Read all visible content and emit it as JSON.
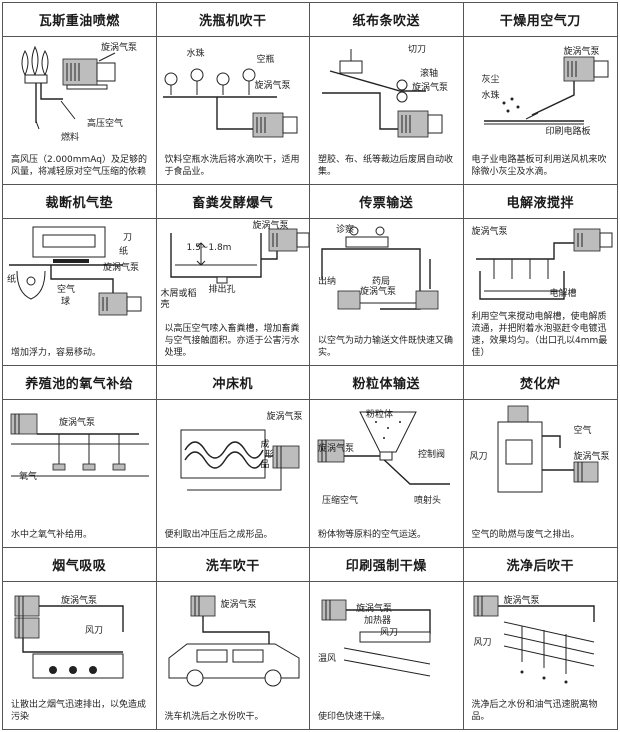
{
  "cells": [
    {
      "title": "瓦斯重油喷燃",
      "labels": [
        "旋涡气泵",
        "高压空气",
        "燃料"
      ],
      "desc": "高风压（2.000mmAq）及足够的风量，将减轻原对空气压缩的依赖"
    },
    {
      "title": "洗瓶机吹干",
      "labels": [
        "水珠",
        "空瓶",
        "旋涡气泵"
      ],
      "desc": "饮料空瓶水洗后将水滴吹干，适用于食品业。"
    },
    {
      "title": "纸布条吹送",
      "labels": [
        "切刀",
        "滚轴",
        "旋涡气泵"
      ],
      "desc": "塑胶、布、纸等裁边后废屑自动收集。"
    },
    {
      "title": "干燥用空气刀",
      "labels": [
        "旋涡气泵",
        "灰尘",
        "水珠",
        "印刷电路板"
      ],
      "desc": "电子业电路基板可利用送风机来吹除微小灰尘及水滴。"
    },
    {
      "title": "裁断机气垫",
      "labels": [
        "刀",
        "纸",
        "旋涡气泵",
        "纸",
        "空气",
        "球"
      ],
      "desc": "增加浮力，容易移动。"
    },
    {
      "title": "畜粪发酵爆气",
      "labels": [
        "旋涡气泵",
        "1.5~1.8m",
        "木屑或稻壳",
        "排出孔"
      ],
      "desc": "以高压空气嗦入畜粪槽，增加畜粪与空气接触面积。亦适于公害污水处理。"
    },
    {
      "title": "传票输送",
      "labels": [
        "诊察",
        "出纳",
        "药局",
        "旋涡气泵"
      ],
      "desc": "以空气为动力输送文件既快速又确实。"
    },
    {
      "title": "电解液搅拌",
      "labels": [
        "旋涡气泵",
        "电解槽"
      ],
      "desc": "利用空气来搅动电解槽，使电解质流通，并把附着水泡驱赶令电镀迅速，效果均匀。（出口孔以4mm最佳）"
    },
    {
      "title": "养殖池的氧气补给",
      "labels": [
        "旋涡气泵",
        "氧气"
      ],
      "desc": "水中之氧气补给用。"
    },
    {
      "title": "冲床机",
      "labels": [
        "旋涡气泵",
        "成",
        "形",
        "品"
      ],
      "desc": "便利取出冲压后之成形品。"
    },
    {
      "title": "粉粒体输送",
      "labels": [
        "粉粒体",
        "旋涡气泵",
        "控制阀",
        "压缩空气",
        "喷射头"
      ],
      "desc": "粉体物等原料的空气运送。"
    },
    {
      "title": "焚化炉",
      "labels": [
        "空气",
        "风刀",
        "旋涡气泵"
      ],
      "desc": "空气的助燃与废气之排出。"
    },
    {
      "title": "烟气吸吸",
      "labels": [
        "旋涡气泵",
        "风刀"
      ],
      "desc": "让散出之烟气迅速排出，以免造成污染"
    },
    {
      "title": "洗车吹干",
      "labels": [
        "旋涡气泵"
      ],
      "desc": "洗车机洗后之水份吹干。"
    },
    {
      "title": "印刷强制干燥",
      "labels": [
        "旋涡气泵",
        "加热器",
        "风刀",
        "温风"
      ],
      "desc": "使印色快速干燥。"
    },
    {
      "title": "洗净后吹干",
      "labels": [
        "旋涡气泵",
        "风刀"
      ],
      "desc": "洗净后之水份和油气迅速脱离物品。"
    }
  ]
}
